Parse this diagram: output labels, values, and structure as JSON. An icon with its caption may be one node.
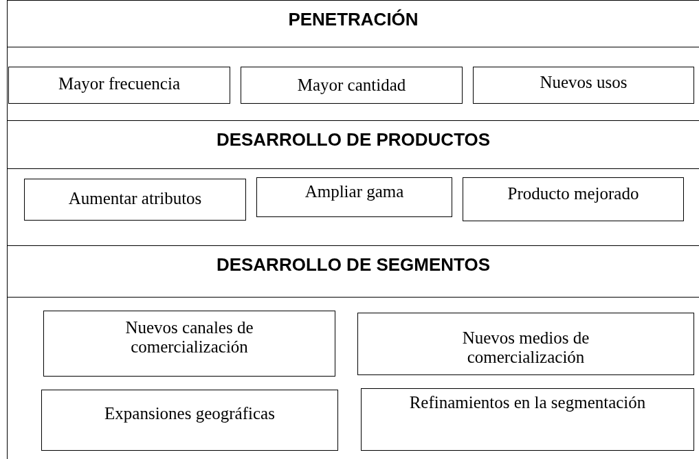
{
  "diagram": {
    "nodes": [
      {
        "text": [
          "PENETRACIÓN"
        ]
      },
      {
        "text": [
          "Mayor frecuencia"
        ]
      },
      {
        "text": [
          "Mayor cantidad"
        ]
      },
      {
        "text": [
          "Nuevos usos"
        ]
      },
      {
        "text": [
          "DESARROLLO DE PRODUCTOS"
        ]
      },
      {
        "text": [
          "Aumentar atributos"
        ]
      },
      {
        "text": [
          "Ampliar gama"
        ]
      },
      {
        "text": [
          "Producto mejorado"
        ]
      },
      {
        "text": [
          "DESARROLLO DE SEGMENTOS"
        ]
      },
      {
        "text": [
          "Nuevos canales de comercialización"
        ]
      },
      {
        "text": [
          "Nuevos medios de comercialización"
        ]
      },
      {
        "text": [
          "Expansiones geográficas"
        ]
      },
      {
        "text": [
          "Refinamientos en la segmentación"
        ]
      }
    ]
  }
}
